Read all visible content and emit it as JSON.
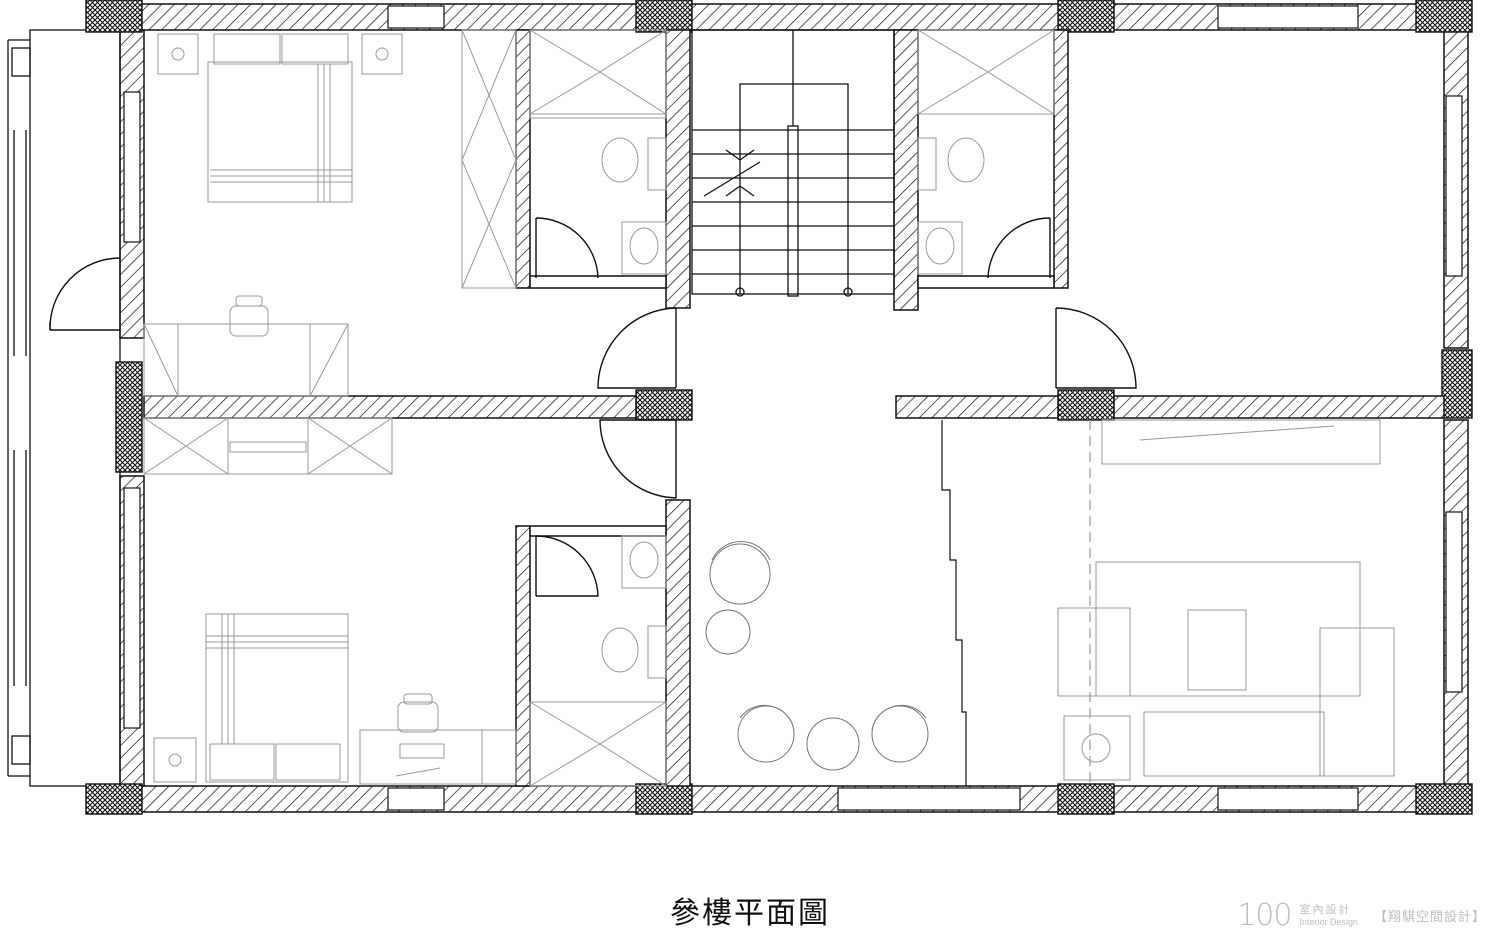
{
  "plan": {
    "title": "參樓平面圖",
    "colors": {
      "line": "#111111",
      "faint": "#9a9a9a",
      "column": "#1a1a1a"
    },
    "rooms": [
      "master-bedroom-upper-left",
      "bedroom-lower-left",
      "bathroom-upper-left",
      "bathroom-upper-right",
      "bathroom-lower",
      "staircase",
      "hall-lounge",
      "room-upper-right",
      "living-room-lower-right"
    ]
  },
  "watermark": {
    "number": "100",
    "cn": "室內設計",
    "en": "Interior Design",
    "company": "【翔騏空間設計】"
  }
}
